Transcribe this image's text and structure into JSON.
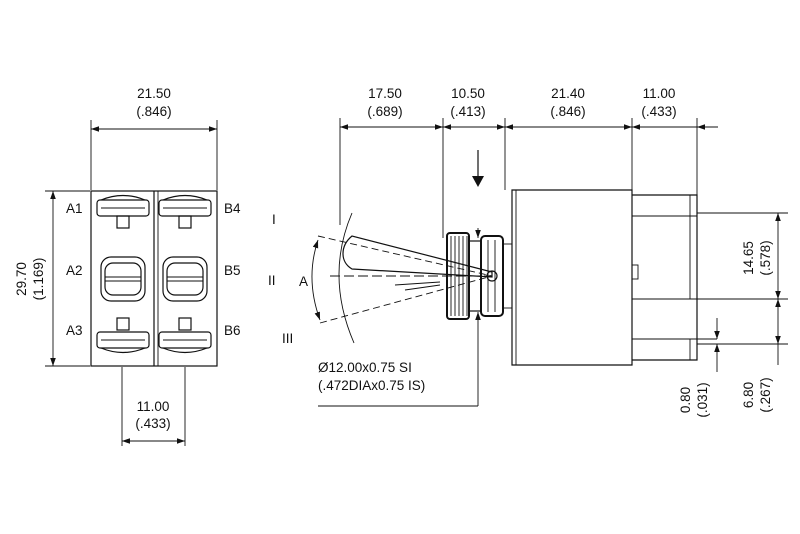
{
  "front_view": {
    "width_mm": "21.50",
    "width_in": "(.846)",
    "height_mm": "29.70",
    "height_in": "(1.169)",
    "pitch_mm": "11.00",
    "pitch_in": "(.433)",
    "terminals_left": [
      "A1",
      "A2",
      "A3"
    ],
    "terminals_right": [
      "B4",
      "B5",
      "B6"
    ]
  },
  "side_view": {
    "dims_top": [
      {
        "mm": "17.50",
        "in": "(.689)"
      },
      {
        "mm": "10.50",
        "in": "(.413)"
      },
      {
        "mm": "21.40",
        "in": "(.846)"
      },
      {
        "mm": "11.00",
        "in": "(.433)"
      }
    ],
    "positions": [
      "I",
      "II",
      "III"
    ],
    "angle_label": "A",
    "thread_si": "Ø12.00x0.75 SI",
    "thread_is": "(.472DIAx0.75 IS)",
    "dim_right_upper_mm": "14.65",
    "dim_right_upper_in": "(.578)",
    "dim_right_lower_mm": "6.80",
    "dim_right_lower_in": "(.267)",
    "dim_pin_mm": "0.80",
    "dim_pin_in": "(.031)"
  }
}
